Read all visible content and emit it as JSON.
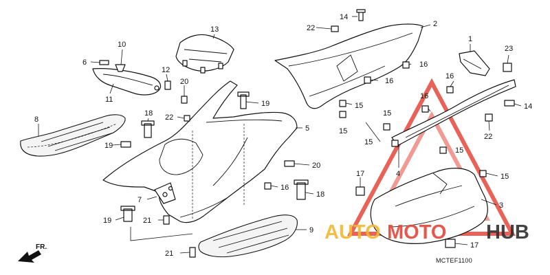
{
  "diagram_code": "MCTEF1100",
  "direction_label": "FR.",
  "watermark": {
    "parts": [
      "AUTO",
      "MOTO",
      "HUB"
    ],
    "color_auto": "#f2b733",
    "color_moto": "#e4473b",
    "color_hub": "#2f2f2f"
  },
  "callouts": {
    "c1": "1",
    "c2": "2",
    "c3": "3",
    "c4": "4",
    "c5": "5",
    "c6": "6",
    "c7": "7",
    "c8": "8",
    "c9": "9",
    "c10": "10",
    "c11": "11",
    "c12": "12",
    "c13": "13",
    "c14a": "14",
    "c14b": "14",
    "c15a": "15",
    "c15b": "15",
    "c15c": "15",
    "c15d": "15",
    "c15e": "15",
    "c15f": "15",
    "c16a": "16",
    "c16b": "16",
    "c16c": "16",
    "c16d": "16",
    "c16e": "16",
    "c17a": "17",
    "c17b": "17",
    "c18a": "18",
    "c18b": "18",
    "c19a": "19",
    "c19b": "19",
    "c19c": "19",
    "c20a": "20",
    "c20b": "20",
    "c21a": "21",
    "c21b": "21",
    "c22a": "22",
    "c22b": "22",
    "c22c": "22",
    "c23": "23"
  }
}
